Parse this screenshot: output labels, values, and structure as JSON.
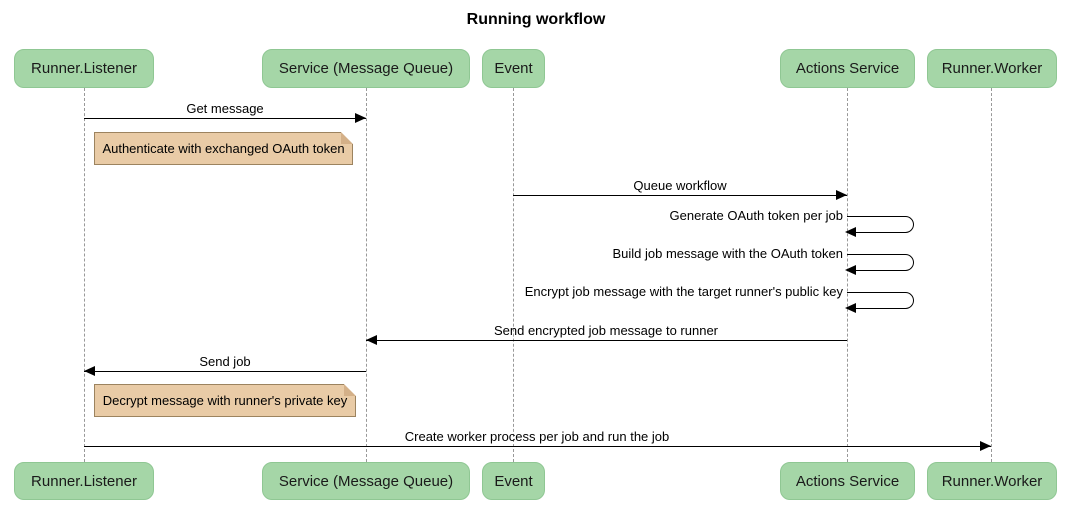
{
  "title": "Running workflow",
  "diagram_type": "sequence",
  "colors": {
    "actor-fill": "#a5d6a7",
    "actor-border": "#8fc793",
    "note-fill": "#e9cba6",
    "note-border": "#9c835f",
    "lifeline": "#999999",
    "arrow": "#000000"
  },
  "participants": [
    {
      "id": "runner-listener",
      "label": "Runner.Listener"
    },
    {
      "id": "service-message-queue",
      "label": "Service (Message Queue)"
    },
    {
      "id": "event",
      "label": "Event"
    },
    {
      "id": "actions-service",
      "label": "Actions Service"
    },
    {
      "id": "runner-worker",
      "label": "Runner.Worker"
    }
  ],
  "messages": [
    {
      "type": "arrow",
      "from": "Runner.Listener",
      "to": "Service (Message Queue)",
      "label": "Get message"
    },
    {
      "type": "note",
      "over": "Runner.Listener",
      "label": "Authenticate with exchanged OAuth token"
    },
    {
      "type": "arrow",
      "from": "Event",
      "to": "Actions Service",
      "label": "Queue workflow"
    },
    {
      "type": "self",
      "on": "Actions Service",
      "label": "Generate OAuth token per job"
    },
    {
      "type": "self",
      "on": "Actions Service",
      "label": "Build job message with the OAuth token"
    },
    {
      "type": "self",
      "on": "Actions Service",
      "label": "Encrypt job message with the target runner's public key"
    },
    {
      "type": "arrow",
      "from": "Actions Service",
      "to": "Service (Message Queue)",
      "label": "Send encrypted job message to runner"
    },
    {
      "type": "arrow",
      "from": "Service (Message Queue)",
      "to": "Runner.Listener",
      "label": "Send job"
    },
    {
      "type": "note",
      "over": "Runner.Listener",
      "label": "Decrypt message with runner's private key"
    },
    {
      "type": "arrow",
      "from": "Runner.Listener",
      "to": "Runner.Worker",
      "label": "Create worker process per job and run the job"
    }
  ]
}
